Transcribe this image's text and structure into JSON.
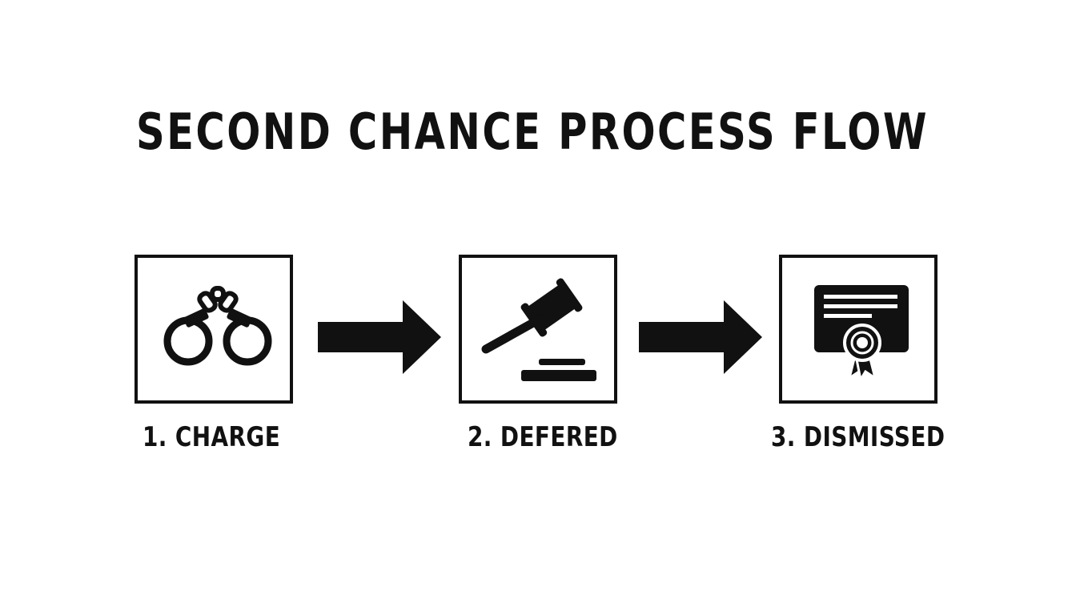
{
  "title": "SECOND CHANCE PROCESS FLOW",
  "steps": [
    {
      "label": "1. CHARGE",
      "icon": "handcuffs-icon"
    },
    {
      "label": "2. DEFERED",
      "icon": "gavel-icon"
    },
    {
      "label": "3. DISMISSED",
      "icon": "certificate-icon"
    }
  ],
  "connectors": [
    "arrow-right-icon",
    "arrow-right-icon"
  ],
  "colors": {
    "ink": "#111111",
    "background": "#ffffff"
  }
}
